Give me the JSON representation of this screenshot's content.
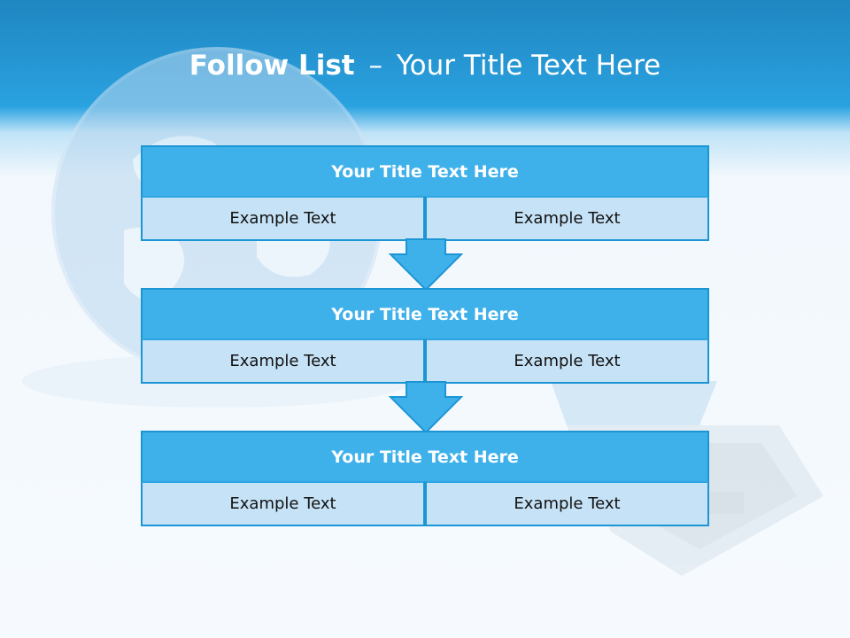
{
  "title": {
    "bold": "Follow List",
    "separator": "–",
    "rest": "Your Title Text Here"
  },
  "rows": [
    {
      "title": "Your Title Text Here",
      "left": "Example Text",
      "right": "Example Text"
    },
    {
      "title": "Your Title Text Here",
      "left": "Example Text",
      "right": "Example Text"
    },
    {
      "title": "Your Title Text Here",
      "left": "Example Text",
      "right": "Example Text"
    }
  ],
  "colors": {
    "header_blue": "#2aa2e0",
    "box_blue": "#3fb1ea",
    "cell_blue": "#c6e2f6",
    "border_blue": "#1c95d5"
  }
}
